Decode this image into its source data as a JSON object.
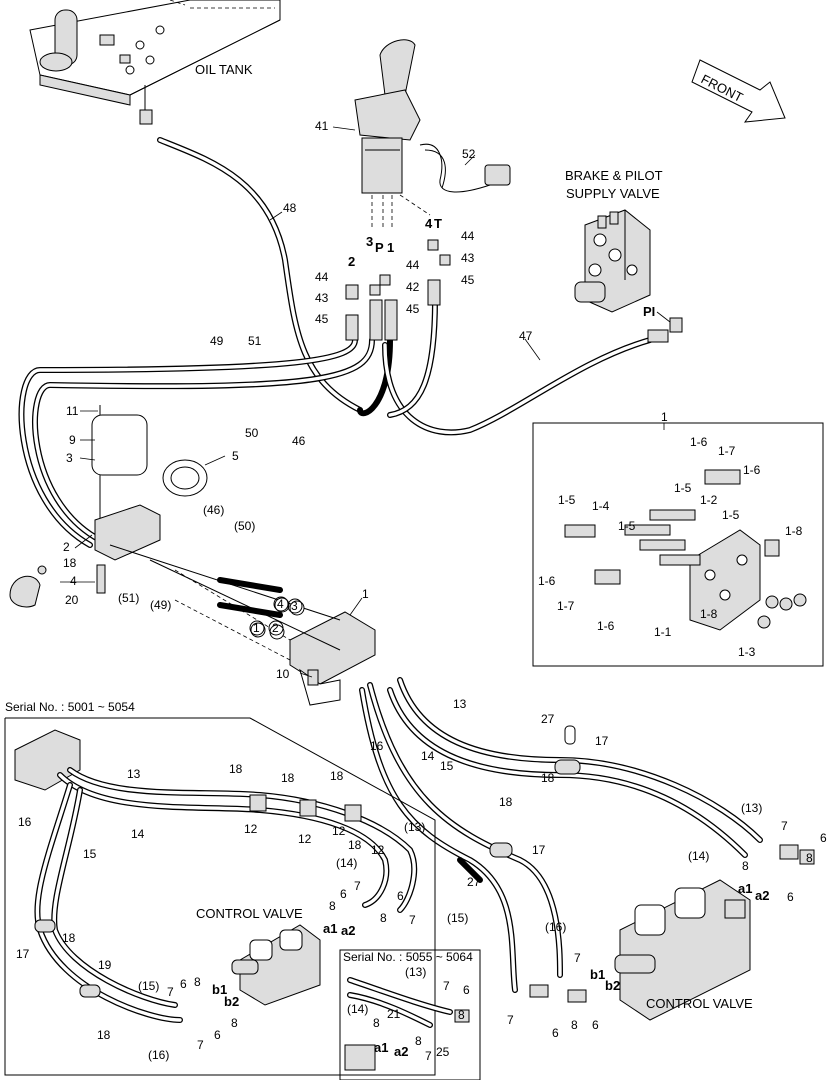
{
  "headings": {
    "oil_tank": "OIL TANK",
    "front": "FRONT",
    "brake_valve_1": "BRAKE & PILOT",
    "brake_valve_2": "SUPPLY VALVE",
    "control_valve_left": "CONTROL VALVE",
    "control_valve_right": "CONTROL VALVE",
    "serial_a": "Serial No. : 5001 ~ 5054",
    "serial_b": "Serial No. : 5055 ~ 5064"
  },
  "port_labels": {
    "p2": "2",
    "p3": "3",
    "p": "P",
    "p1": "1",
    "p4": "4",
    "t": "T",
    "pi": "PI",
    "a1": "a1",
    "a2": "a2",
    "b1": "b1",
    "b2": "b2",
    "a1_r": "a1",
    "a2_r": "a2",
    "b1_r": "b1",
    "b2_r": "b2",
    "a1_c": "a1",
    "a2_c": "a2",
    "c1": "1",
    "c2": "2",
    "c3": "3",
    "c4": "4"
  },
  "callouts": {
    "n41": "41",
    "n52": "52",
    "n48": "48",
    "n47": "47",
    "n49": "49",
    "n51": "51",
    "n50": "50",
    "n46": "46",
    "n44a": "44",
    "n43a": "43",
    "n45a": "45",
    "n44b": "44",
    "n42": "42",
    "n45b": "45",
    "n44c": "44",
    "n43c": "43",
    "n45c": "45",
    "n11": "11",
    "n9": "9",
    "n3": "3",
    "n5": "5",
    "n2": "2",
    "n4": "4",
    "n18a": "18",
    "n20": "20",
    "p46": "(46)",
    "p50": "(50)",
    "p51": "(51)",
    "p49": "(49)",
    "n1a": "1",
    "n10": "10",
    "k1": "1",
    "k16a": "1-6",
    "k17a": "1-7",
    "k16b": "1-6",
    "k15a": "1-5",
    "k14": "1-4",
    "k15b": "1-5",
    "k12": "1-2",
    "k15c": "1-5",
    "k15d": "1-5",
    "k18a": "1-8",
    "k16c": "1-6",
    "k17b": "1-7",
    "k16d": "1-6",
    "k18b": "1-8",
    "k11": "1-1",
    "k13": "1-3",
    "r13": "13",
    "r14": "14",
    "r15": "15",
    "r16": "16",
    "r27a": "27",
    "r17a": "17",
    "r18a": "18",
    "r18b": "18",
    "r17b": "17",
    "r27b": "27",
    "r13p": "(13)",
    "r14p": "(14)",
    "r7a": "7",
    "r6a": "6",
    "r8a": "8",
    "r6b": "6",
    "r15p": "(15)",
    "r16p": "(16)",
    "r7b": "7",
    "r6c": "6",
    "r8b": "8",
    "r7c": "7",
    "r6d": "6",
    "r8c": "8",
    "l13": "13",
    "l14": "14",
    "l16": "16",
    "l15": "15",
    "l18a": "18",
    "l18b": "18",
    "l18c": "18",
    "l12a": "12",
    "l12b": "12",
    "l12c": "12",
    "l18d": "18",
    "l12d": "12",
    "l13p": "(13)",
    "l14p": "(14)",
    "l7a": "7",
    "l6a": "6",
    "l8a": "8",
    "l6b": "6",
    "l8b": "8",
    "l7b": "7",
    "l17": "17",
    "l18e": "18",
    "l19": "19",
    "l18f": "18",
    "l15p": "(15)",
    "l7c": "7",
    "l6c": "6",
    "l8c": "8",
    "l6d": "6",
    "l8d": "8",
    "l7d": "7",
    "l16p": "(16)",
    "s13p": "(13)",
    "s14p": "(14)",
    "s7": "7",
    "s6": "6",
    "s8a": "8",
    "s21": "21",
    "s8b": "8",
    "s7b": "7",
    "s25": "25",
    "s8c": "8"
  }
}
